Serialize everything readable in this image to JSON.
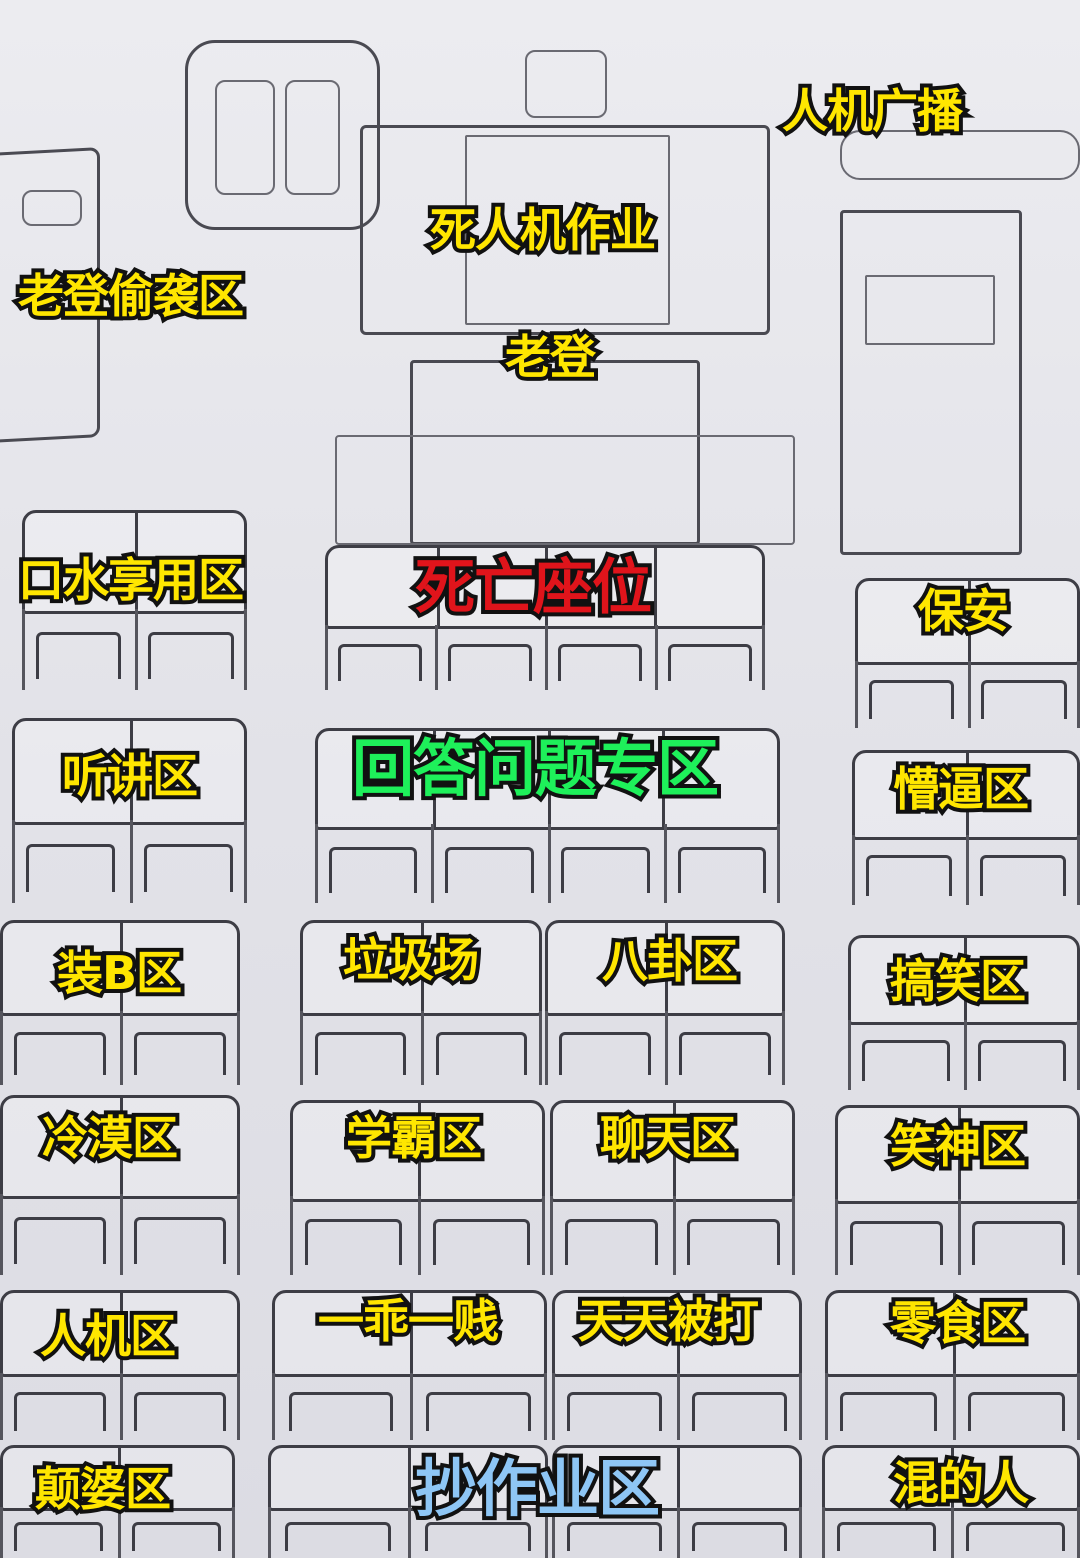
{
  "labels": {
    "broadcast": "人机广播",
    "homework": "死人机作业",
    "sneak_attack": "老登偷袭区",
    "teacher": "老登",
    "saliva": "口水享用区",
    "death_seat": "死亡座位",
    "security": "保安",
    "listening": "听讲区",
    "answer_questions": "回答问题专区",
    "confused": "懵逼区",
    "show_off": "装B区",
    "garbage": "垃圾场",
    "gossip": "八卦区",
    "funny": "搞笑区",
    "cold": "冷漠区",
    "top_students": "学霸区",
    "chat": "聊天区",
    "laugh_god": "笑神区",
    "npc": "人机区",
    "good_bad": "一乖一贱",
    "beaten_daily": "天天被打",
    "snacks": "零食区",
    "crazy": "颠婆区",
    "copy_homework": "抄作业区",
    "slackers": "混的人"
  },
  "colors": {
    "label_fill": "#ffe600",
    "label_outline": "#111111",
    "death_seat": "#e0141b",
    "answer_questions": "#1ef05a",
    "copy_homework": "#8ec6f5",
    "paper": "#e4e4ea"
  }
}
